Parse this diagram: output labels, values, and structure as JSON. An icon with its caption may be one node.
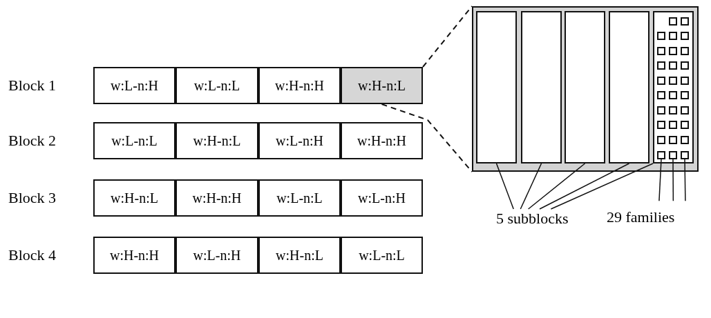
{
  "diagram": {
    "nodes": [
      {
        "text": [
          "w:L-n:H"
        ]
      },
      {
        "text": [
          "w:L-n:L"
        ]
      },
      {
        "text": [
          "w:H-n:H"
        ]
      },
      {
        "text": [
          "w:H-n:L"
        ]
      },
      {
        "text": [
          "w:L-n:L"
        ]
      },
      {
        "text": [
          "w:H-n:L"
        ]
      },
      {
        "text": [
          "w:L-n:H"
        ]
      },
      {
        "text": [
          "w:H-n:H"
        ]
      },
      {
        "text": [
          "w:H-n:L"
        ]
      },
      {
        "text": [
          "w:H-n:H"
        ]
      },
      {
        "text": [
          "w:L-n:L"
        ]
      },
      {
        "text": [
          "w:L-n:H"
        ]
      },
      {
        "text": [
          "w:H-n:H"
        ]
      },
      {
        "text": [
          "w:L-n:H"
        ]
      },
      {
        "text": [
          "w:H-n:L"
        ]
      },
      {
        "text": [
          "w:L-n:L"
        ]
      },
      {
        "text": [],
        "shape": "box"
      },
      {
        "text": [],
        "shape": "box",
        "in": 16
      },
      {
        "text": [],
        "shape": "box",
        "in": 16
      },
      {
        "text": [],
        "shape": "box",
        "in": 16
      },
      {
        "text": [],
        "shape": "box",
        "in": 16
      },
      {
        "text": [],
        "shape": "box",
        "in": 16
      },
      {
        "text": [],
        "shape": "box",
        "in": 21
      },
      {
        "text": [],
        "shape": "box",
        "in": 21
      },
      {
        "text": [],
        "shape": "box",
        "in": 21
      },
      {
        "text": [],
        "shape": "box",
        "in": 21
      },
      {
        "text": [],
        "shape": "box",
        "in": 21
      },
      {
        "text": [],
        "shape": "box",
        "in": 21
      },
      {
        "text": [],
        "shape": "box",
        "in": 21
      },
      {
        "text": [],
        "shape": "box",
        "in": 21
      },
      {
        "text": [],
        "shape": "box",
        "in": 21
      },
      {
        "text": [],
        "shape": "box",
        "in": 21
      },
      {
        "text": [],
        "shape": "box",
        "in": 21
      },
      {
        "text": [],
        "shape": "box",
        "in": 21
      },
      {
        "text": [],
        "shape": "box",
        "in": 21
      },
      {
        "text": [],
        "shape": "box",
        "in": 21
      },
      {
        "text": [],
        "shape": "box",
        "in": 21
      },
      {
        "text": [],
        "shape": "box",
        "in": 21
      },
      {
        "text": [],
        "shape": "box",
        "in": 21
      },
      {
        "text": [],
        "shape": "box",
        "in": 21
      },
      {
        "text": [],
        "shape": "box",
        "in": 21
      },
      {
        "text": [],
        "shape": "box",
        "in": 21
      },
      {
        "text": [],
        "shape": "box",
        "in": 21
      },
      {
        "text": [],
        "shape": "box",
        "in": 21
      },
      {
        "text": [],
        "shape": "box",
        "in": 21
      },
      {
        "text": [],
        "shape": "box",
        "in": 21
      },
      {
        "text": [],
        "shape": "box",
        "in": 21
      },
      {
        "text": [],
        "shape": "box",
        "in": 21
      },
      {
        "text": [],
        "shape": "box",
        "in": 21
      },
      {
        "text": [],
        "shape": "box",
        "in": 21
      },
      {
        "text": [],
        "shape": "box",
        "in": 21
      },
      {
        "text": [
          "5 subblocks"
        ]
      },
      {
        "text": [
          "29 families"
        ]
      }
    ],
    "edges": [
      {
        "from": 3,
        "to": 16,
        "arrow": "none",
        "style": "dashed"
      },
      {
        "from": 3,
        "to": 16,
        "arrow": "none",
        "style": "dashed"
      },
      {
        "from": 51,
        "to": 17,
        "arrow": "none"
      },
      {
        "from": 51,
        "to": 18,
        "arrow": "none"
      },
      {
        "from": 51,
        "to": 19,
        "arrow": "none"
      },
      {
        "from": 51,
        "to": 20,
        "arrow": "none"
      },
      {
        "from": 51,
        "to": 21,
        "arrow": "none"
      },
      {
        "from": 52,
        "to": 48,
        "arrow": "none"
      },
      {
        "from": 52,
        "to": 49,
        "arrow": "none"
      },
      {
        "from": 52,
        "to": 50,
        "arrow": "none"
      }
    ],
    "labels": [
      "Block 1",
      "Block 2",
      "Block 3",
      "Block 4"
    ]
  }
}
